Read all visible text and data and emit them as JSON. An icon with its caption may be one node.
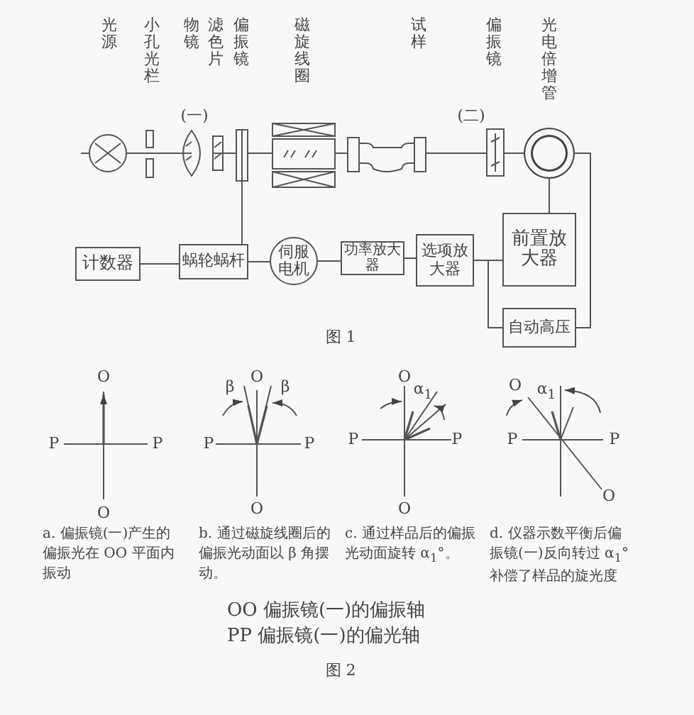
{
  "diagram": {
    "nodes": [
      {
        "text": [],
        "shape": "box",
        "beside": [
          "偏振镜",
          "(一)"
        ]
      },
      {
        "text": [],
        "shape": "circle",
        "beside": [
          "光电倍增管"
        ]
      },
      {
        "text": [
          "计数器"
        ]
      },
      {
        "text": [
          "蜗轮蜗杆"
        ]
      },
      {
        "text": [
          "伺服电机"
        ]
      },
      {
        "text": [
          "功率放大器"
        ]
      },
      {
        "text": [
          "选项放大器"
        ]
      },
      {
        "text": [
          "前置放大器"
        ]
      },
      {
        "text": [
          "自动高压"
        ]
      }
    ],
    "edges": [
      {
        "from": 2,
        "to": 3,
        "arrow": "none"
      },
      {
        "from": 0,
        "to": 3,
        "arrow": "none"
      },
      {
        "from": 3,
        "to": 4,
        "arrow": "none"
      },
      {
        "from": 4,
        "to": 5,
        "arrow": "none"
      },
      {
        "from": 5,
        "to": 6,
        "arrow": "none"
      },
      {
        "from": 6,
        "to": 7,
        "arrow": "none"
      },
      {
        "from": 6,
        "to": 8,
        "arrow": "none"
      },
      {
        "from": 1,
        "to": 7,
        "arrow": "none"
      },
      {
        "from": 1,
        "to": 8,
        "arrow": "none"
      }
    ],
    "labels": [
      "光源",
      "小孔光栏",
      "物镜",
      "滤色片",
      "磁旋线圈",
      "试样",
      "偏振镜",
      "(二)",
      "图 1",
      "O",
      "P",
      "P",
      "O",
      "O",
      "β",
      "β",
      "P",
      "P",
      "O",
      "O",
      "α$_{1}$",
      "P",
      "P",
      "O",
      "O",
      "α$_{1}$",
      "P",
      "P",
      "O",
      "a. 偏振镜(一)产生的偏振光在 OO 平面内振动",
      "b. 通过磁旋线圈后的偏振光动面以 β 角摆动。",
      "c. 通过样品后的偏振光动面旋转 α$_{1}$°。",
      "d. 仪器示数平衡后偏振镜(一)反向转过 α$_{1}$° 补偿了样品的旋光度",
      "OO 偏振镜(一)的偏振轴",
      "PP 偏振镜(一)的偏光轴",
      "图 2"
    ]
  }
}
